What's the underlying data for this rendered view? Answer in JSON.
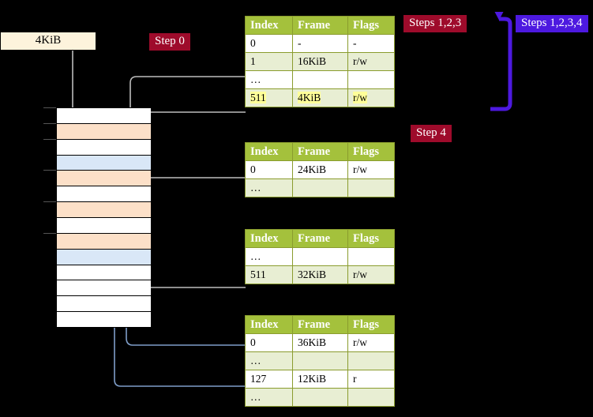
{
  "title": "Multi-level page table walk diagram",
  "labels": {
    "mem_block": "4KiB",
    "step0": "Step 0",
    "steps123": "Steps 1,2,3",
    "steps1234": "Steps 1,2,3,4",
    "step4": "Step 4"
  },
  "colors": {
    "table_header": "#a4c13c",
    "table_border": "#8a9c2e",
    "row_alt": "#e8eed3",
    "highlight": "#ffff99",
    "tag_red": "#9e0b2b",
    "tag_blue": "#4d19e0",
    "mem_orange": "#fce0c8",
    "mem_blue": "#d9e7f7",
    "mem_box": "#fdf3dc",
    "wire_gray": "#b3b3b3",
    "wire_blue": "#7f9ec9",
    "arrow_purple": "#4d19e0"
  },
  "columns": [
    "Index",
    "Frame",
    "Flags"
  ],
  "tables": [
    {
      "name": "pml4-table",
      "rows": [
        {
          "index": "0",
          "frame": "-",
          "flags": "-",
          "style": "plain",
          "highlight": false
        },
        {
          "index": "1",
          "frame": "16KiB",
          "flags": "r/w",
          "style": "alt",
          "highlight": false
        },
        {
          "index": "…",
          "frame": "",
          "flags": "",
          "style": "plain",
          "highlight": false
        },
        {
          "index": "511",
          "frame": "4KiB",
          "flags": "r/w",
          "style": "alt",
          "highlight": true
        }
      ]
    },
    {
      "name": "pdp-table",
      "rows": [
        {
          "index": "0",
          "frame": "24KiB",
          "flags": "r/w",
          "style": "plain",
          "highlight": false
        },
        {
          "index": "…",
          "frame": "",
          "flags": "",
          "style": "alt",
          "highlight": false
        }
      ]
    },
    {
      "name": "pd-table",
      "rows": [
        {
          "index": "…",
          "frame": "",
          "flags": "",
          "style": "plain",
          "highlight": false
        },
        {
          "index": "511",
          "frame": "32KiB",
          "flags": "r/w",
          "style": "alt",
          "highlight": false
        }
      ]
    },
    {
      "name": "pt-table",
      "rows": [
        {
          "index": "0",
          "frame": "36KiB",
          "flags": "r/w",
          "style": "plain",
          "highlight": false
        },
        {
          "index": "…",
          "frame": "",
          "flags": "",
          "style": "alt",
          "highlight": false
        },
        {
          "index": "127",
          "frame": "12KiB",
          "flags": "r",
          "style": "plain",
          "highlight": false
        },
        {
          "index": "…",
          "frame": "",
          "flags": "",
          "style": "alt",
          "highlight": false
        }
      ]
    }
  ],
  "memory_rows": [
    {
      "fill": "white"
    },
    {
      "fill": "orange"
    },
    {
      "fill": "white"
    },
    {
      "fill": "bluefill"
    },
    {
      "fill": "orange"
    },
    {
      "fill": "white"
    },
    {
      "fill": "orange"
    },
    {
      "fill": "white"
    },
    {
      "fill": "orange"
    },
    {
      "fill": "bluefill"
    },
    {
      "fill": "white"
    },
    {
      "fill": "white"
    },
    {
      "fill": "white"
    },
    {
      "fill": "white"
    }
  ]
}
